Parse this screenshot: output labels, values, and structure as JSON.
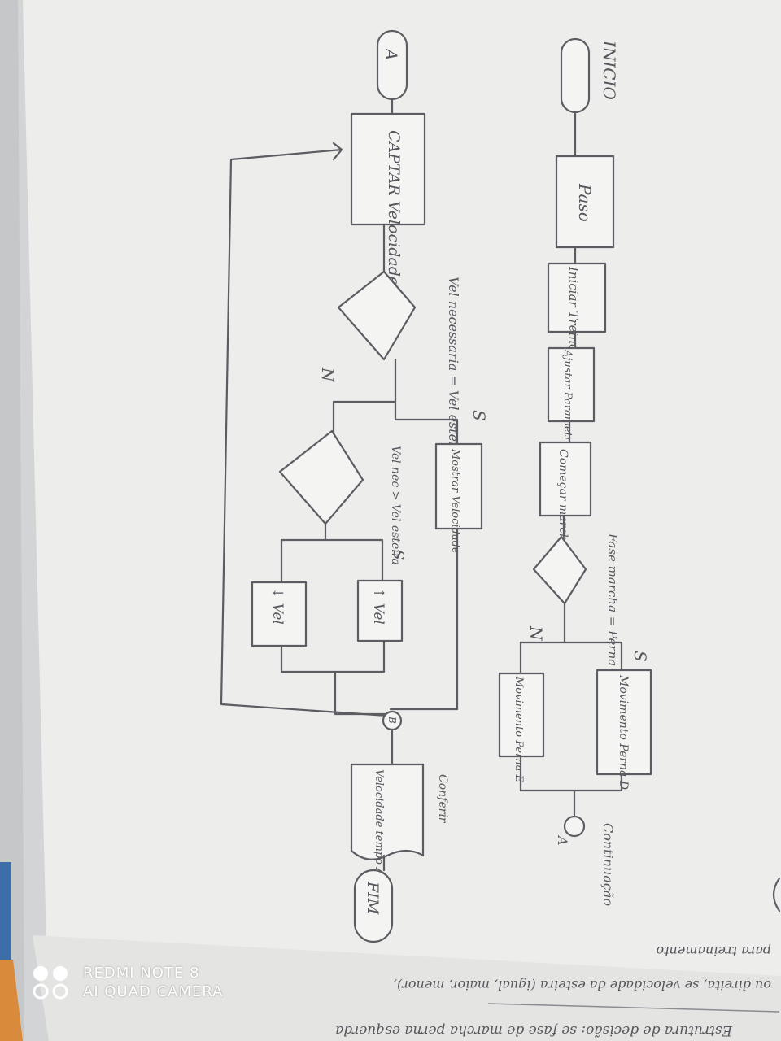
{
  "flowchart": {
    "start_label": "INICIO",
    "steps": {
      "passo": "Paso",
      "iniciar_treino": "Iniciar Treino",
      "ajustar_parametros": "Ajustar Parametros",
      "comecar_marcha": "Começar marcha",
      "movimento_perna_d": "Movimento Perna D",
      "movimento_perna_e": "Movimento Perna E",
      "captar_velocidade": "CAPTAR Velocidade",
      "mostrar_velocidade": "Mostrar Velocidade",
      "aumentar_vel": "↑ Vel",
      "diminuir_vel": "↓ Vel",
      "velocidade_tempo": "Velocidade tempo Assistência",
      "fim": "FIM"
    },
    "decisions": {
      "fase_marcha": "Fase marcha = Perna direita?",
      "vel_necessaria": "Vel necessaria = Vel esteira?",
      "vel_maior": "Vel nec > Vel esteira"
    },
    "branch_labels": {
      "yes": "S",
      "no": "N"
    },
    "annotations": {
      "continuacao": "Continuação",
      "conferir": "Conferir"
    },
    "connectors": {
      "a": "A",
      "b": "B"
    }
  },
  "notes": {
    "line1": "Estrutura de decisão: se fase de marcha perna esquerda",
    "line2": "ou direita, se velocidade da esteira (igual, maior, menor),",
    "line3": "para treinamento"
  },
  "watermark": {
    "line1": "REDMI NOTE 8",
    "line2": "AI QUAD CAMERA"
  }
}
